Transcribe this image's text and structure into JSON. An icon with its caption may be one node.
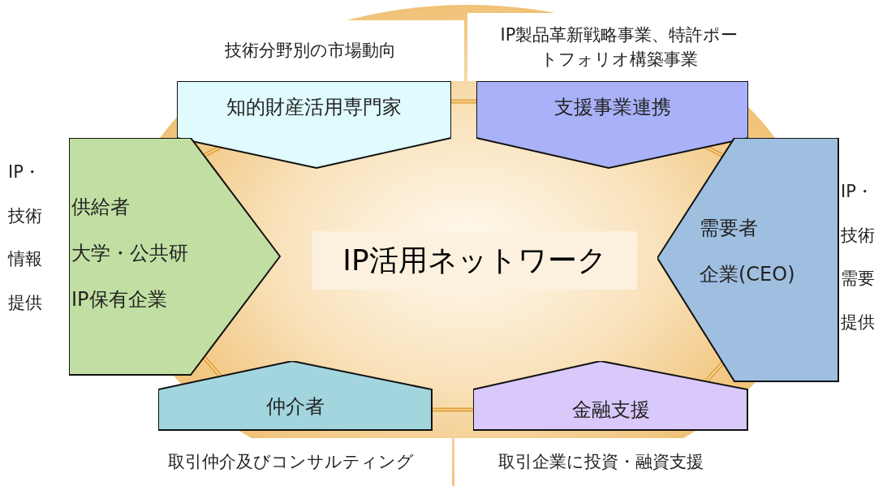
{
  "diagram": {
    "title": "IP活用ネットワーク",
    "nodes": [
      {
        "text": [
          "知的財産活用専門家"
        ]
      },
      {
        "text": [
          "支援事業連携"
        ]
      },
      {
        "text": [
          "供給者",
          "大学・公共研",
          "IP保有企業"
        ],
        "beside": [
          "IP・技術情報提供"
        ]
      },
      {
        "text": [
          "需要者",
          "企業(CEO)"
        ],
        "beside": [
          "IP・技術需要提供"
        ]
      },
      {
        "text": [
          "仲介者"
        ]
      },
      {
        "text": [
          "金融支援"
        ]
      }
    ],
    "edges": [
      {
        "from": 0,
        "to": 1,
        "arrow": "none"
      },
      {
        "from": 0,
        "to": 2,
        "arrow": "none"
      },
      {
        "from": 1,
        "to": 3,
        "arrow": "none"
      },
      {
        "from": 2,
        "to": 4,
        "arrow": "none"
      },
      {
        "from": 3,
        "to": 5,
        "arrow": "none"
      },
      {
        "from": 4,
        "to": 5,
        "arrow": "none"
      }
    ],
    "labels": [
      "技術分野別の市場動向",
      "IP製品革新戦略事業、特許ポートフォリオ構築事業",
      "取引仲介及びコンサルティング",
      "取引企業に投資・融資支援"
    ]
  }
}
